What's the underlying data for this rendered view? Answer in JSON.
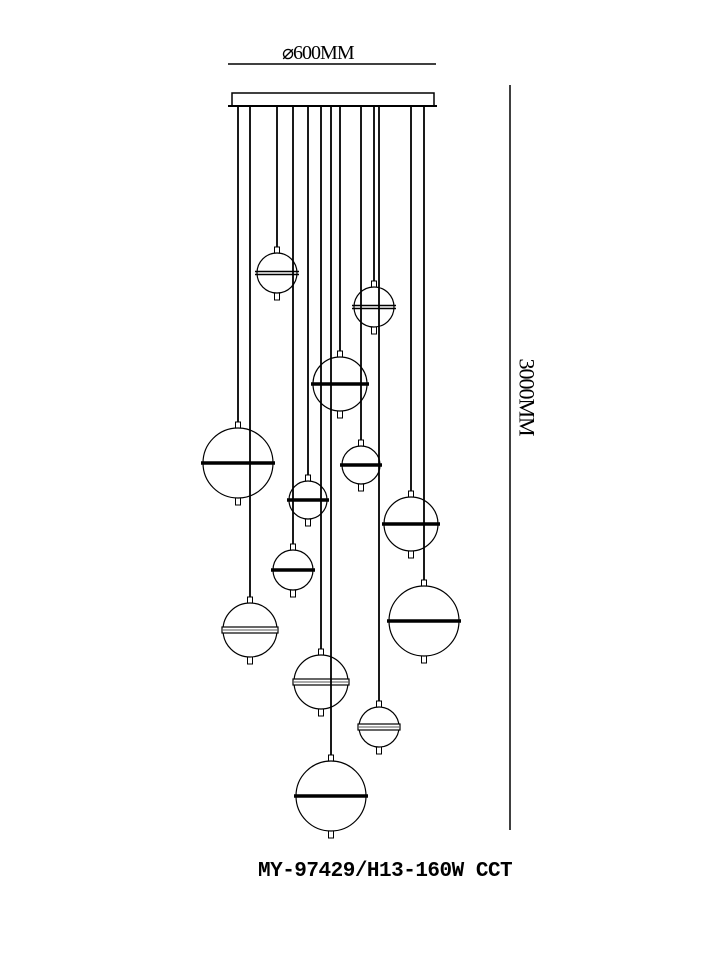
{
  "drawing": {
    "diameter_label": "⌀600MM",
    "height_label": "3000MM",
    "model_label": "MY-97429/H13-160W CCT",
    "line_color": "#000000",
    "background": "#ffffff"
  }
}
